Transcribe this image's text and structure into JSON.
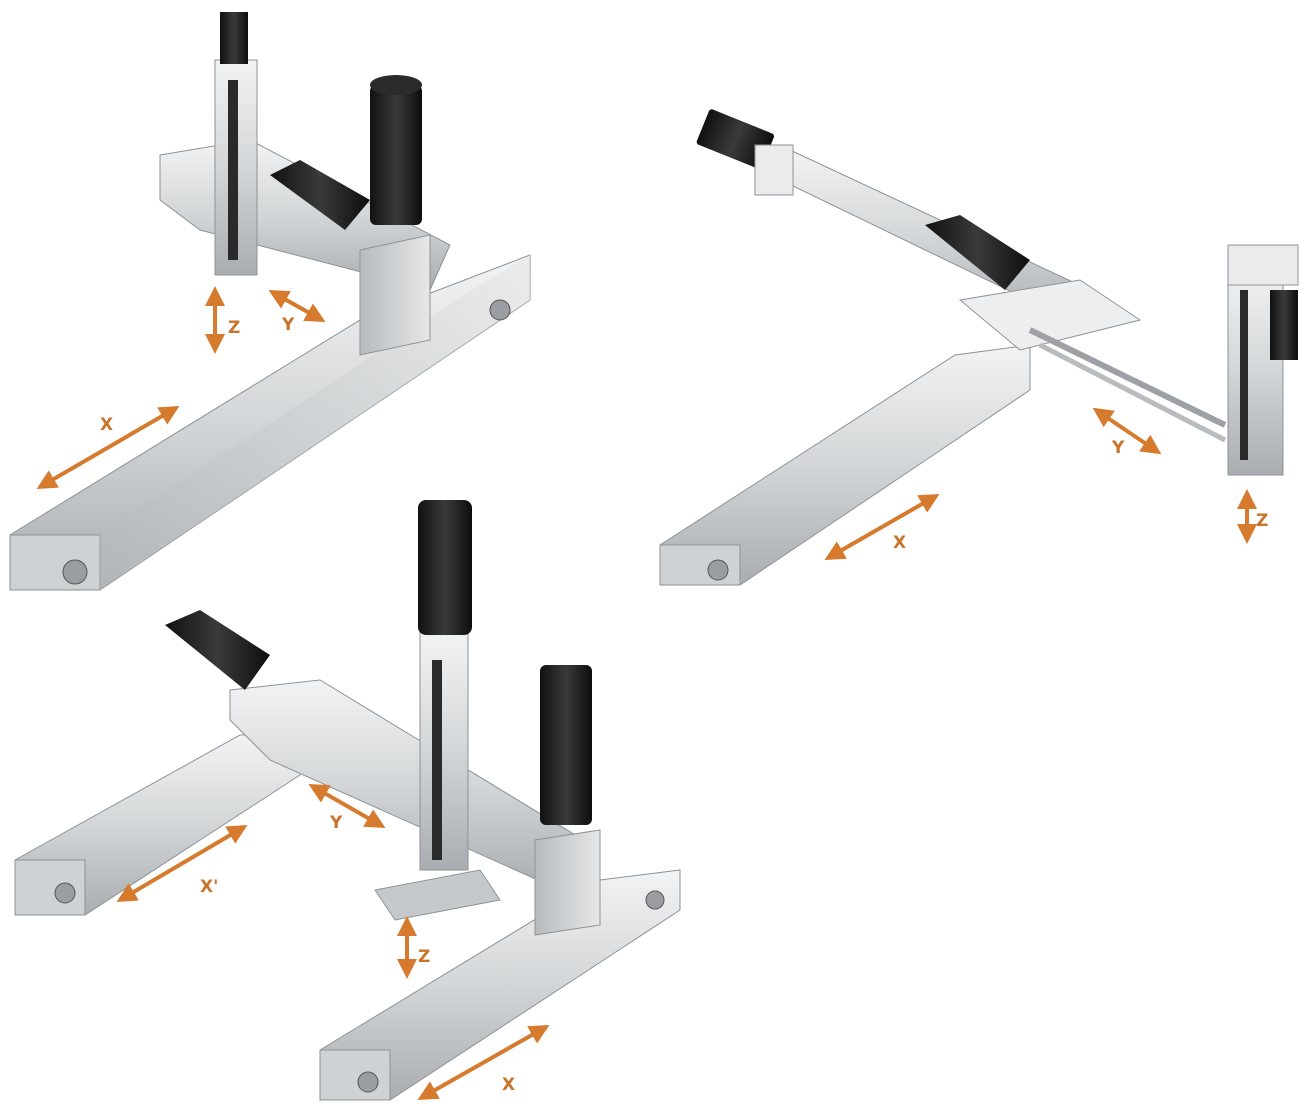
{
  "accent_color": "#d67a2e",
  "aluminum_color": "#d9dbdc",
  "motor_color": "#1d1d1d",
  "assemblies": [
    {
      "name": "gantry-top-left",
      "axes": [
        {
          "id": "z",
          "label": "Z"
        },
        {
          "id": "y",
          "label": "Y"
        },
        {
          "id": "x",
          "label": "X"
        }
      ]
    },
    {
      "name": "gantry-right",
      "axes": [
        {
          "id": "y",
          "label": "Y"
        },
        {
          "id": "x",
          "label": "X"
        },
        {
          "id": "z",
          "label": "Z"
        }
      ]
    },
    {
      "name": "gantry-bottom",
      "axes": [
        {
          "id": "y",
          "label": "Y"
        },
        {
          "id": "x-prime",
          "label": "X'"
        },
        {
          "id": "z",
          "label": "Z"
        },
        {
          "id": "x",
          "label": "X"
        }
      ]
    }
  ]
}
